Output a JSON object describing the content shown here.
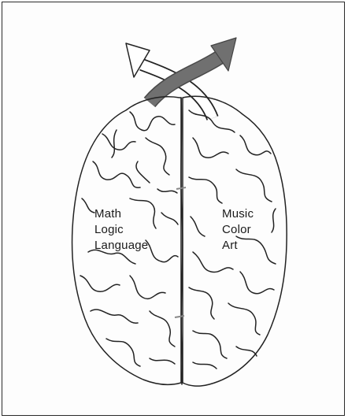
{
  "left_hemisphere": {
    "labels": [
      "Math",
      "Logic",
      "Language"
    ]
  },
  "right_hemisphere": {
    "labels": [
      "Music",
      "Color",
      "Art"
    ]
  },
  "colors": {
    "outline": "#222222",
    "arrow_solid": "#707070",
    "arrow_hollow": "#ffffff",
    "background": "#fdfdfd"
  }
}
